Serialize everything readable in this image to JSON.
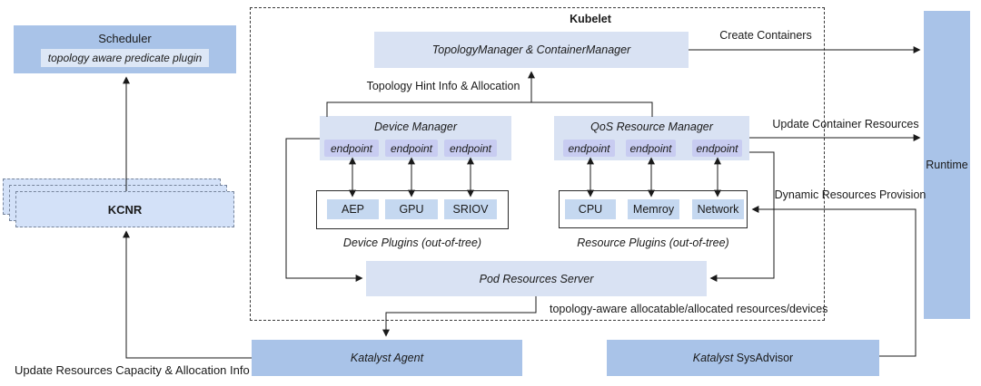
{
  "colors": {
    "solid_blue": "#a9c3e8",
    "panel_blue": "#d9e2f3",
    "endpoint_lavender": "#c8ccf1",
    "chip_blue": "#c5d8f0",
    "kcnr_fill": "#d3e1f8",
    "inner_plugin_fill": "#dde7f6"
  },
  "scheduler": {
    "title": "Scheduler",
    "plugin": "topology aware predicate plugin"
  },
  "kcnr": {
    "label": "KCNR"
  },
  "kubelet": {
    "label": "Kubelet"
  },
  "topology_manager": {
    "label": "TopologyManager & ContainerManager"
  },
  "device_manager": {
    "title": "Device Manager",
    "endpoints": [
      "endpoint",
      "endpoint",
      "endpoint"
    ]
  },
  "qos_manager": {
    "title": "QoS Resource Manager",
    "endpoints": [
      "endpoint",
      "endpoint",
      "endpoint"
    ]
  },
  "device_plugins": {
    "items": [
      "AEP",
      "GPU",
      "SRIOV"
    ],
    "caption": "Device Plugins (out-of-tree)"
  },
  "resource_plugins": {
    "items": [
      "CPU",
      "Memroy",
      "Network"
    ],
    "caption": "Resource Plugins (out-of-tree)"
  },
  "pod_resources_server": {
    "label": "Pod Resources Server"
  },
  "katalyst_agent": {
    "label": "Katalyst Agent"
  },
  "katalyst_sysadvisor": {
    "italic_part": "Katalyst",
    "regular_part": "SysAdvisor"
  },
  "runtime": {
    "label": "Runtime"
  },
  "edge_labels": {
    "create_containers": "Create Containers",
    "update_container_resources": "Update Container Resources",
    "dynamic_resources_provision": "Dynamic Resources Provision",
    "topology_hint": "Topology Hint Info & Allocation",
    "topology_aware": "topology-aware allocatable/allocated resources/devices",
    "update_resources": "Update Resources Capacity & Allocation Info"
  }
}
